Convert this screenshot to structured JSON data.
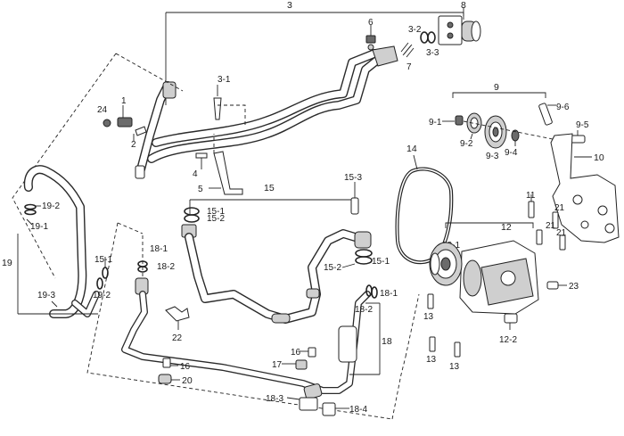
{
  "callouts": {
    "c3": "3",
    "c3_1": "3-1",
    "c3_2": "3-2",
    "c3_3": "3-3",
    "c6": "6",
    "c7": "7",
    "c8": "8",
    "c1": "1",
    "c2": "2",
    "c24": "24",
    "c4": "4",
    "c5": "5",
    "c9": "9",
    "c9_1": "9-1",
    "c9_2": "9-2",
    "c9_3": "9-3",
    "c9_4": "9-4",
    "c9_5": "9-5",
    "c9_6": "9-6",
    "c10": "10",
    "c11": "11",
    "c12": "12",
    "c12_1": "12-1",
    "c12_2": "12-2",
    "c13a": "13",
    "c13b": "13",
    "c13c": "13",
    "c14": "14",
    "c15": "15",
    "c15_1": "15-1",
    "c15_2": "15-2",
    "c15_3": "15-3",
    "c15_1b": "15-1",
    "c15_2b": "15-2",
    "c16a": "16",
    "c16b": "16",
    "c17": "17",
    "c18": "18",
    "c18_1": "18-1",
    "c18_2": "18-2",
    "c18_1b": "18-1",
    "c18_2b": "18-2",
    "c18_3": "18-3",
    "c18_4": "18-4",
    "c19": "19",
    "c19_1": "19-1",
    "c19_2": "19-2",
    "c19_3": "19-3",
    "c19_2b": "19-2",
    "c15_1c": "15-1",
    "c20": "20",
    "c21a": "21",
    "c21b": "21",
    "c21c": "21",
    "c22": "22",
    "c23": "23"
  },
  "icons": {
    "compressor": "compressor-icon",
    "expansion_valve": "expansion-valve-icon",
    "drive_belt": "belt-icon",
    "receiver_drier": "drier-icon",
    "pulley": "pulley-icon",
    "bracket": "bracket-icon"
  }
}
